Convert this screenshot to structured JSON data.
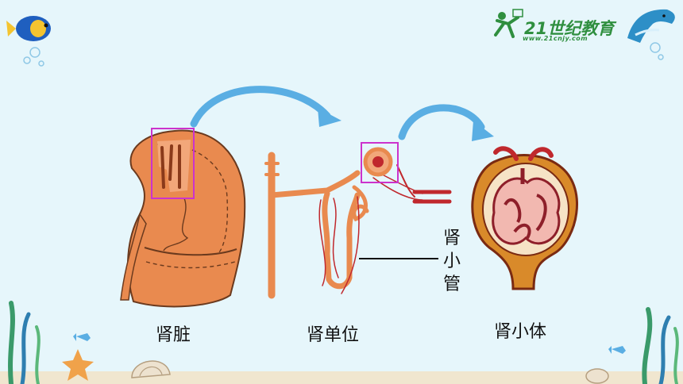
{
  "logo": {
    "main": "21世纪教育",
    "sub": "www.21cnjy.com",
    "color": "#2f8f3f"
  },
  "labels": {
    "kidney": "肾脏",
    "nephron": "肾单位",
    "corpuscle": "肾小体",
    "tubule": [
      "肾",
      "小",
      "管"
    ]
  },
  "colors": {
    "background": "#e6f6fb",
    "kidney": "#e98a4f",
    "highlight_box": "#cc33cc",
    "arrow": "#5aaee3",
    "blood_red": "#c0282d"
  }
}
